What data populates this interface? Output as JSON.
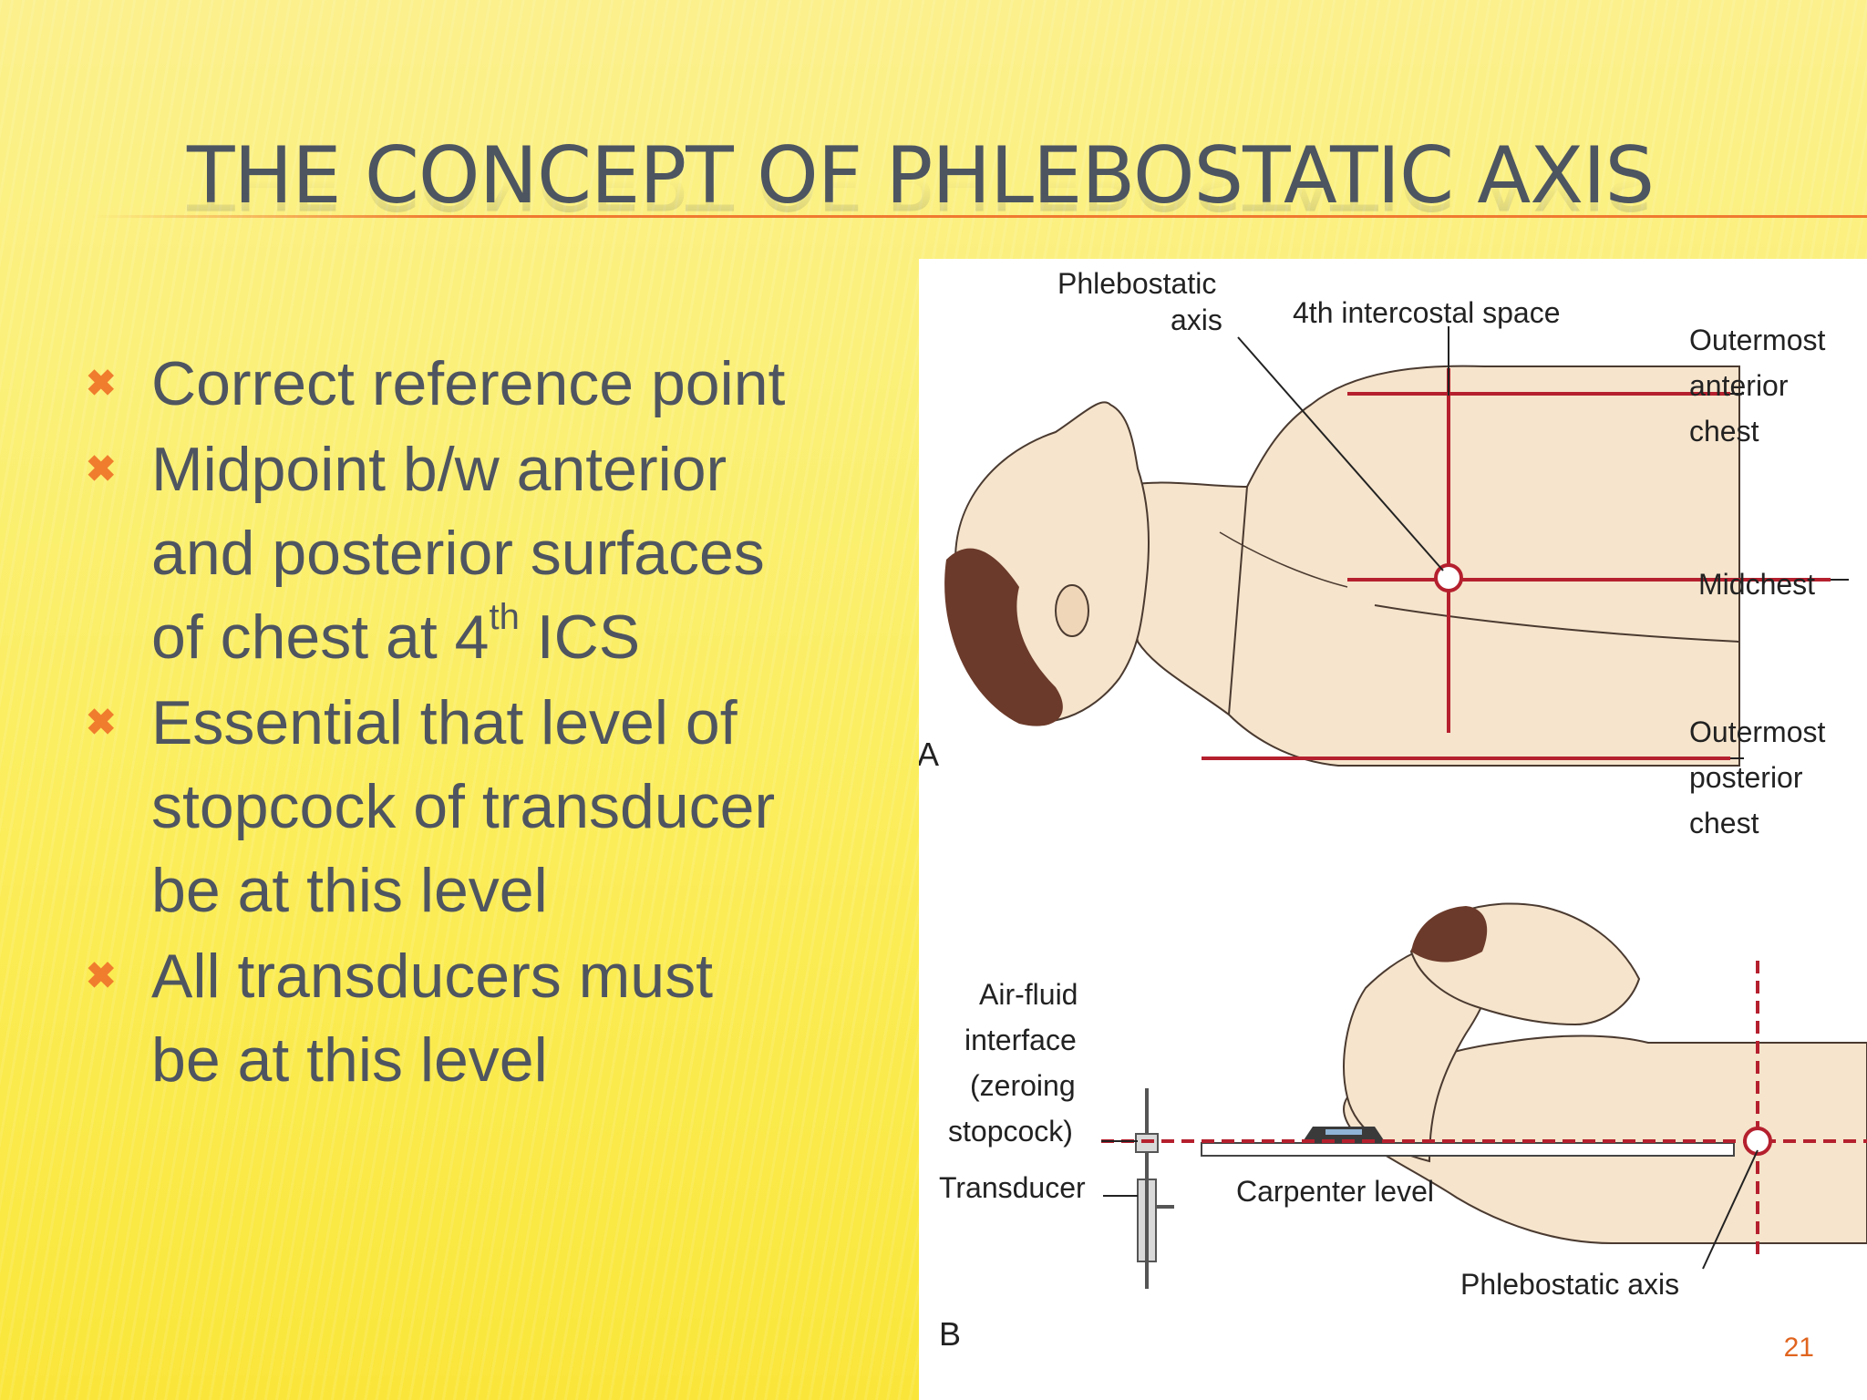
{
  "slide": {
    "title": "THE CONCEPT OF PHLEBOSTATIC AXIS",
    "page_number": "21"
  },
  "bullets": [
    {
      "text": "Correct reference point"
    },
    {
      "line1": "Midpoint b/w anterior",
      "line2": "and posterior surfaces",
      "line3_pre": "of chest at 4",
      "line3_sup": "th",
      "line3_post": " ICS"
    },
    {
      "line1": "Essential that level of",
      "line2": "stopcock of transducer",
      "line3": "be at this level"
    },
    {
      "line1": "All transducers must",
      "line2": "be at this level"
    }
  ],
  "figure": {
    "panel_a": {
      "panel_label": "A",
      "phlebostatic_axis_1": "Phlebostatic",
      "phlebostatic_axis_2": "axis",
      "intercostal": "4th intercostal space",
      "outermost_anterior_1": "Outermost",
      "outermost_anterior_2": "anterior",
      "outermost_anterior_3": "chest",
      "midchest": "Midchest",
      "outermost_posterior_1": "Outermost",
      "outermost_posterior_2": "posterior",
      "outermost_posterior_3": "chest"
    },
    "panel_b": {
      "panel_label": "B",
      "air_fluid_1": "Air-fluid",
      "air_fluid_2": "interface",
      "air_fluid_3": "(zeroing",
      "air_fluid_4": "stopcock)",
      "transducer": "Transducer",
      "carpenter_level": "Carpenter level",
      "phlebostatic_axis": "Phlebostatic axis"
    },
    "colors": {
      "reference_line": "#b5202e",
      "skin": "#f6e4cc",
      "hair": "#6b3a2a"
    }
  }
}
